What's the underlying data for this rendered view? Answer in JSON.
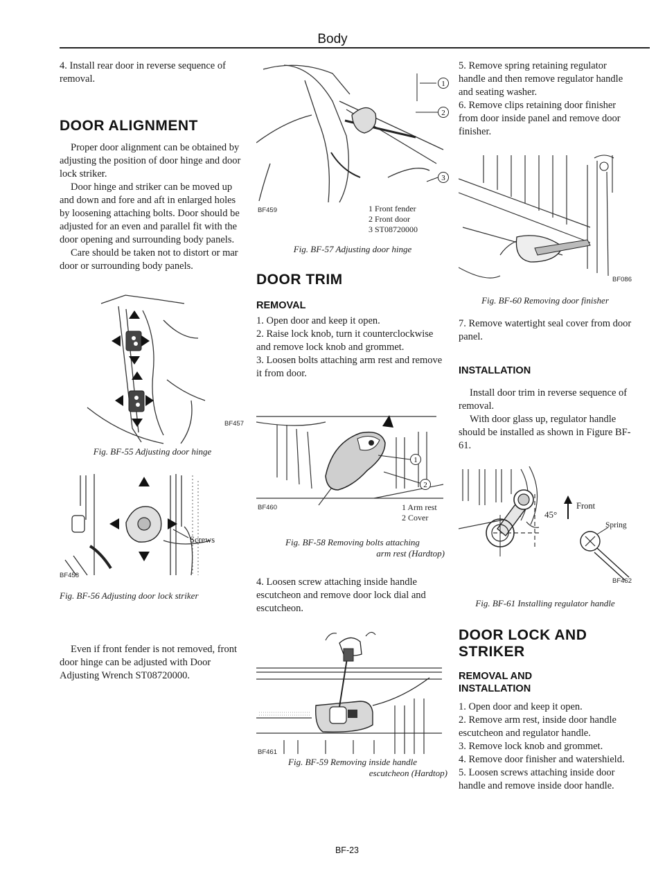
{
  "header": {
    "title": "Body"
  },
  "col1": {
    "step4": "4. Install rear door in reverse sequence of removal.",
    "door_alignment": {
      "heading": "DOOR ALIGNMENT",
      "para1": "Proper door alignment can be obtained by adjusting the position of door hinge and door lock striker.",
      "para2": "Door hinge and striker can be moved up and down and fore and aft in enlarged holes by loosening attaching bolts. Door should be adjusted for an even and parallel fit with the door opening and surrounding body panels.",
      "para3": "Care should be taken not to distort or mar door or surrounding body panels."
    },
    "fig55": {
      "code": "BF457",
      "caption": "Fig. BF-55 Adjusting door hinge"
    },
    "fig56": {
      "code": "BF458",
      "label": "Screws",
      "caption": "Fig. BF-56 Adjusting door lock striker"
    },
    "closing": "Even if front fender is not removed, front door hinge can be adjusted with Door Adjusting Wrench ST08720000."
  },
  "col2": {
    "fig57": {
      "code": "BF459",
      "callouts": [
        "1",
        "2",
        "3"
      ],
      "legend": [
        "1 Front fender",
        "2 Front door",
        "3 ST08720000"
      ],
      "caption": "Fig. BF-57 Adjusting door hinge"
    },
    "door_trim": {
      "heading": "DOOR TRIM",
      "removal_heading": "REMOVAL",
      "steps": [
        "1. Open door and keep it open.",
        "2. Raise lock knob, turn it counterclockwise and remove lock knob and grommet.",
        "3. Loosen bolts attaching arm rest and remove it from door."
      ]
    },
    "fig58": {
      "code": "BF460",
      "callouts": [
        "1",
        "2"
      ],
      "legend": [
        "1 Arm rest",
        "2 Cover"
      ],
      "caption_line1": "Fig. BF-58 Removing bolts attaching",
      "caption_line2": "arm rest (Hardtop)"
    },
    "step4": "4. Loosen screw attaching inside handle escutcheon and remove door lock dial and escutcheon.",
    "fig59": {
      "code": "BF461",
      "caption_line1": "Fig. BF-59 Removing inside handle",
      "caption_line2": "escutcheon (Hardtop)"
    },
    "page_number": "BF-23"
  },
  "col3": {
    "steps_top": [
      "5. Remove spring retaining regulator handle and then remove regulator handle and seating washer.",
      "6. Remove clips retaining door finisher from door inside panel and remove door finisher."
    ],
    "fig60": {
      "code": "BF086",
      "caption": "Fig. BF-60 Removing door finisher"
    },
    "step7": "7. Remove watertight seal cover from door panel.",
    "installation": {
      "heading": "INSTALLATION",
      "para1": "Install door trim in reverse sequence of removal.",
      "para2": "With door glass up, regulator handle should be installed as shown in Figure BF-61."
    },
    "fig61": {
      "code": "BF462",
      "angle_label": "45°",
      "front_label": "Front",
      "spring_label": "Spring",
      "caption": "Fig. BF-61 Installing regulator handle"
    },
    "door_lock": {
      "heading_line1": "DOOR LOCK AND",
      "heading_line2": "STRIKER",
      "sub_line1": "REMOVAL AND",
      "sub_line2": "INSTALLATION",
      "steps": [
        "1. Open door and keep it open.",
        "2. Remove arm rest, inside door handle escutcheon and regulator handle.",
        "3. Remove lock knob and grommet.",
        "4. Remove door finisher and watershield.",
        "5. Loosen screws attaching inside door handle and remove inside door handle."
      ]
    }
  }
}
